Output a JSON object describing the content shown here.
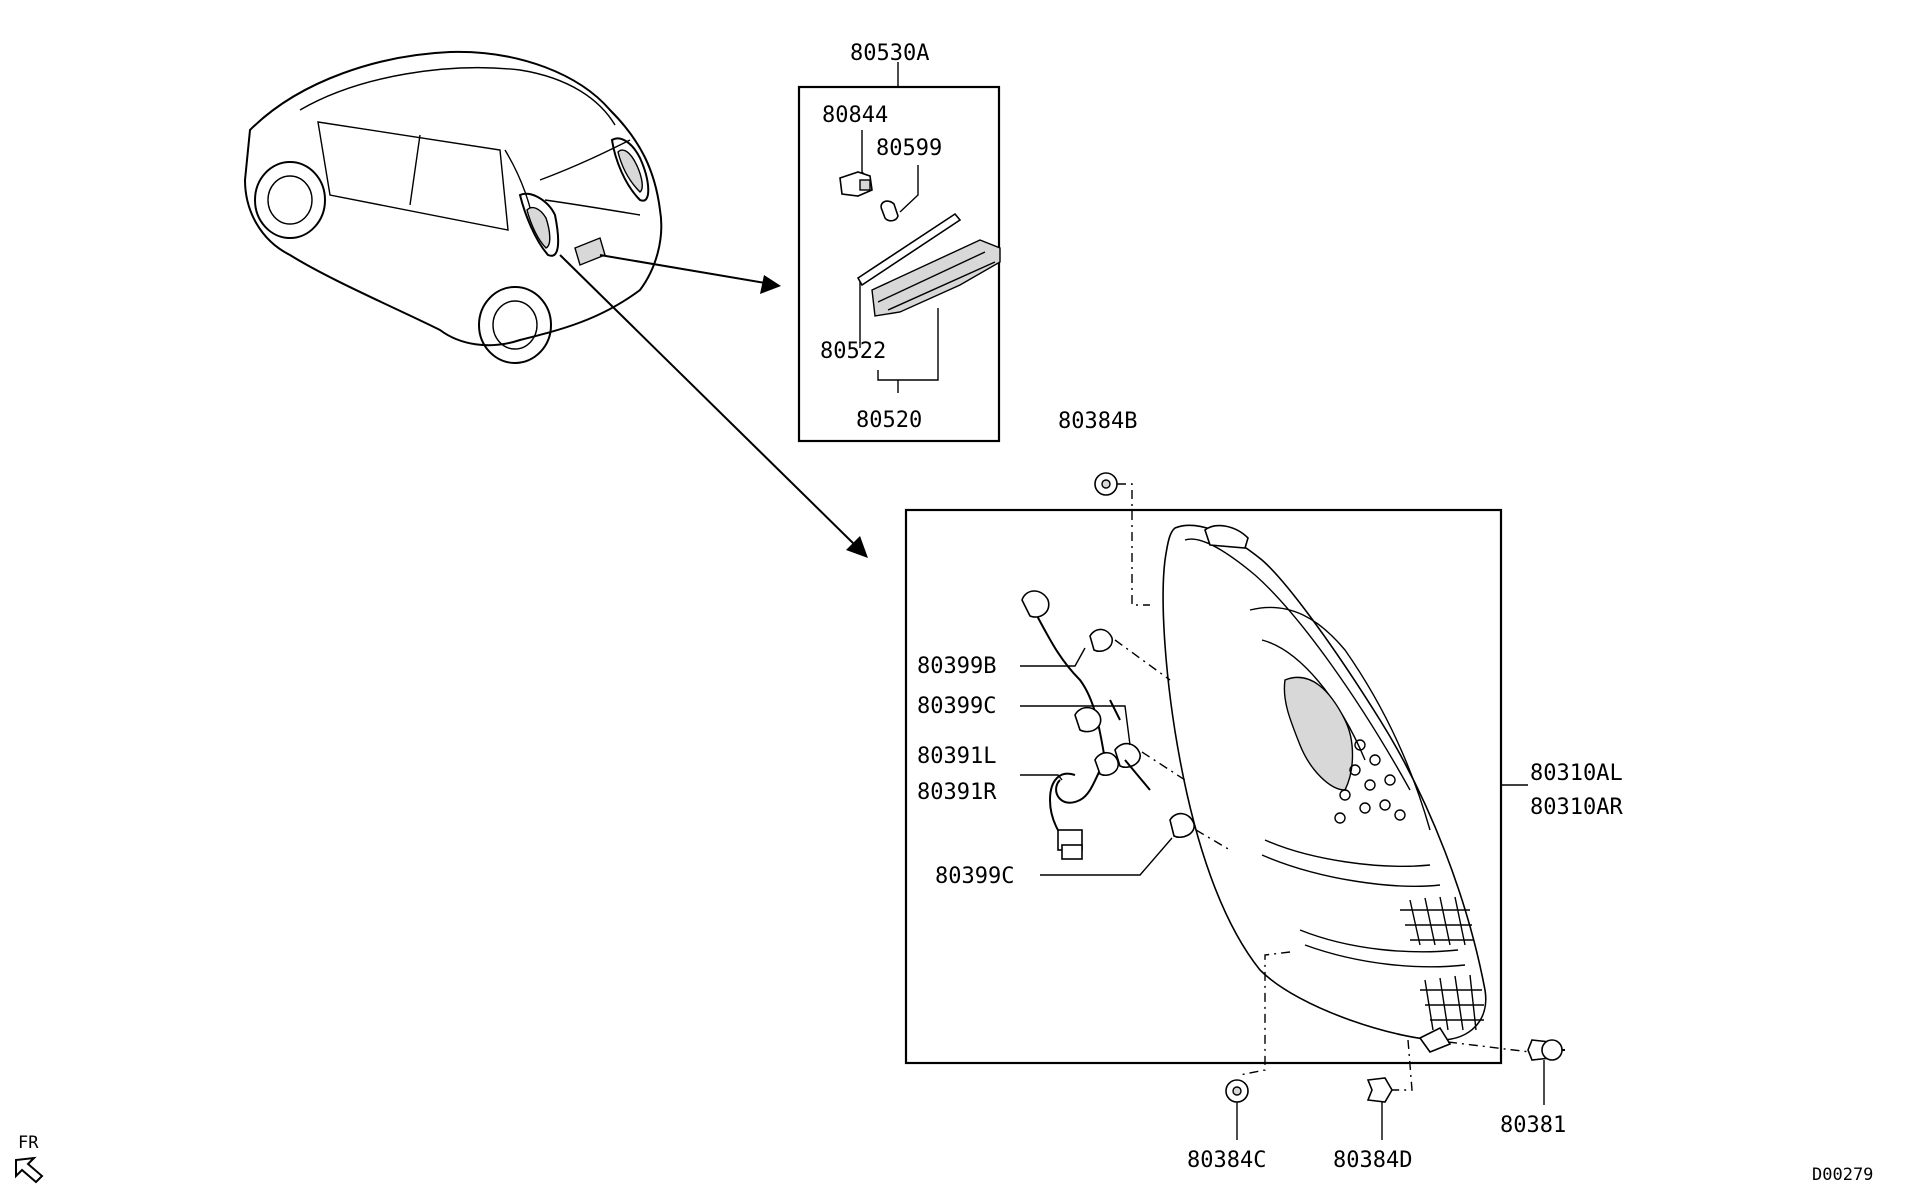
{
  "labels": {
    "p80530A": "80530A",
    "p80844": "80844",
    "p80599": "80599",
    "p80522": "80522",
    "p80520": "80520",
    "p80384B": "80384B",
    "p80399B": "80399B",
    "p80399C_top": "80399C",
    "p80391L": "80391L",
    "p80391R": "80391R",
    "p80399C_bottom": "80399C",
    "p80310AL": "80310AL",
    "p80310AR": "80310AR",
    "p80384C": "80384C",
    "p80384D": "80384D",
    "p80381": "80381",
    "fr": "FR",
    "drawing_id": "D00279"
  }
}
